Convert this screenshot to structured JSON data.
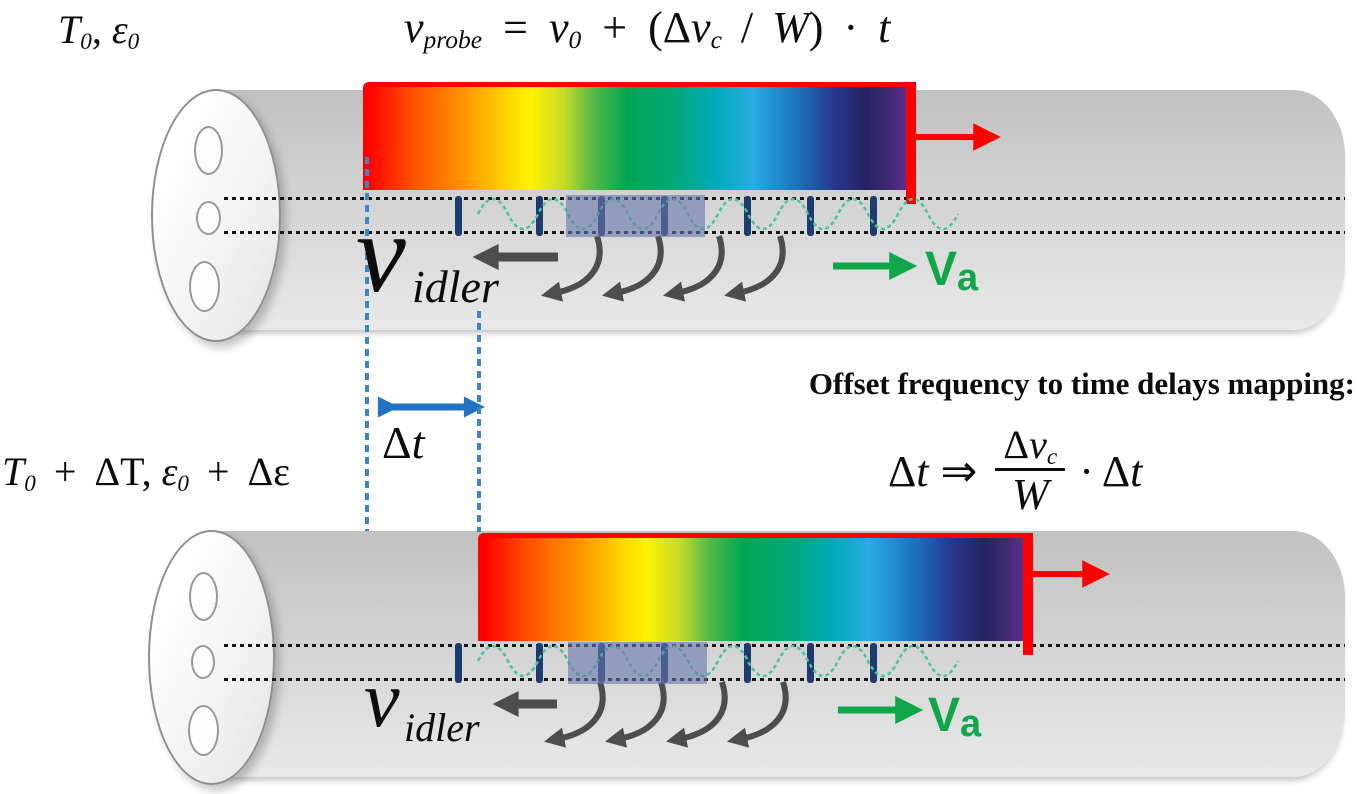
{
  "conditions": {
    "initial": {
      "T": "T",
      "T_sub": "0",
      "comma": ",",
      "epsilon": "ε",
      "eps_sub": "0"
    },
    "changed": {
      "T": "T",
      "T_sub": "0",
      "plus1": "+",
      "delta_T": "ΔT",
      "comma": ",",
      "epsilon": "ε",
      "eps_sub": "0",
      "plus2": "+",
      "delta_eps": "Δε"
    }
  },
  "probe_equation": {
    "v": "v",
    "probe_sub": "probe",
    "equals": "=",
    "v0": "v",
    "zero_sub": "0",
    "plus": "+",
    "lparen": "(",
    "delta": "Δ",
    "vc": "v",
    "c_sub": "c",
    "slash": "/",
    "W": "W",
    "rparen": ")",
    "cdot": "·",
    "t": "t"
  },
  "mapping": {
    "heading": "Offset frequency to time delays mapping:",
    "lhs_delta": "Δ",
    "lhs_t": "t",
    "implies": "⇒",
    "num_delta": "Δ",
    "num_v": "v",
    "num_c_sub": "c",
    "den_W": "W",
    "cdot": "·",
    "rhs_delta": "Δ",
    "rhs_t": "t"
  },
  "delta_t_label": {
    "delta": "Δ",
    "t": "t"
  },
  "idler_label": {
    "nu": "ν",
    "sub": "idler"
  },
  "acoustic_velocity_label": {
    "V": "V",
    "a": "a"
  },
  "colors": {
    "fiber_gray": "#d3d3d3",
    "pulse_border_red": "#fe0000",
    "grating_tick_navy": "#1e3a6e",
    "acoustic_wave_green": "#4cc3a0",
    "idler_arrow_gray": "#4d4d4d",
    "va_green": "#10a64a",
    "guide_blue": "#3d85c8",
    "delta_t_arrow_blue": "#2272c3",
    "highlight_box": "rgba(104,118,169,0.6)",
    "rainbow_stops": [
      "#ff0000",
      "#ff4e00",
      "#ff9000",
      "#ffd800",
      "#fff200",
      "#c8db2a",
      "#4cb748",
      "#00a651",
      "#00a87c",
      "#00abb8",
      "#29abe2",
      "#1b75bc",
      "#283890",
      "#24225f",
      "#662d91"
    ]
  }
}
